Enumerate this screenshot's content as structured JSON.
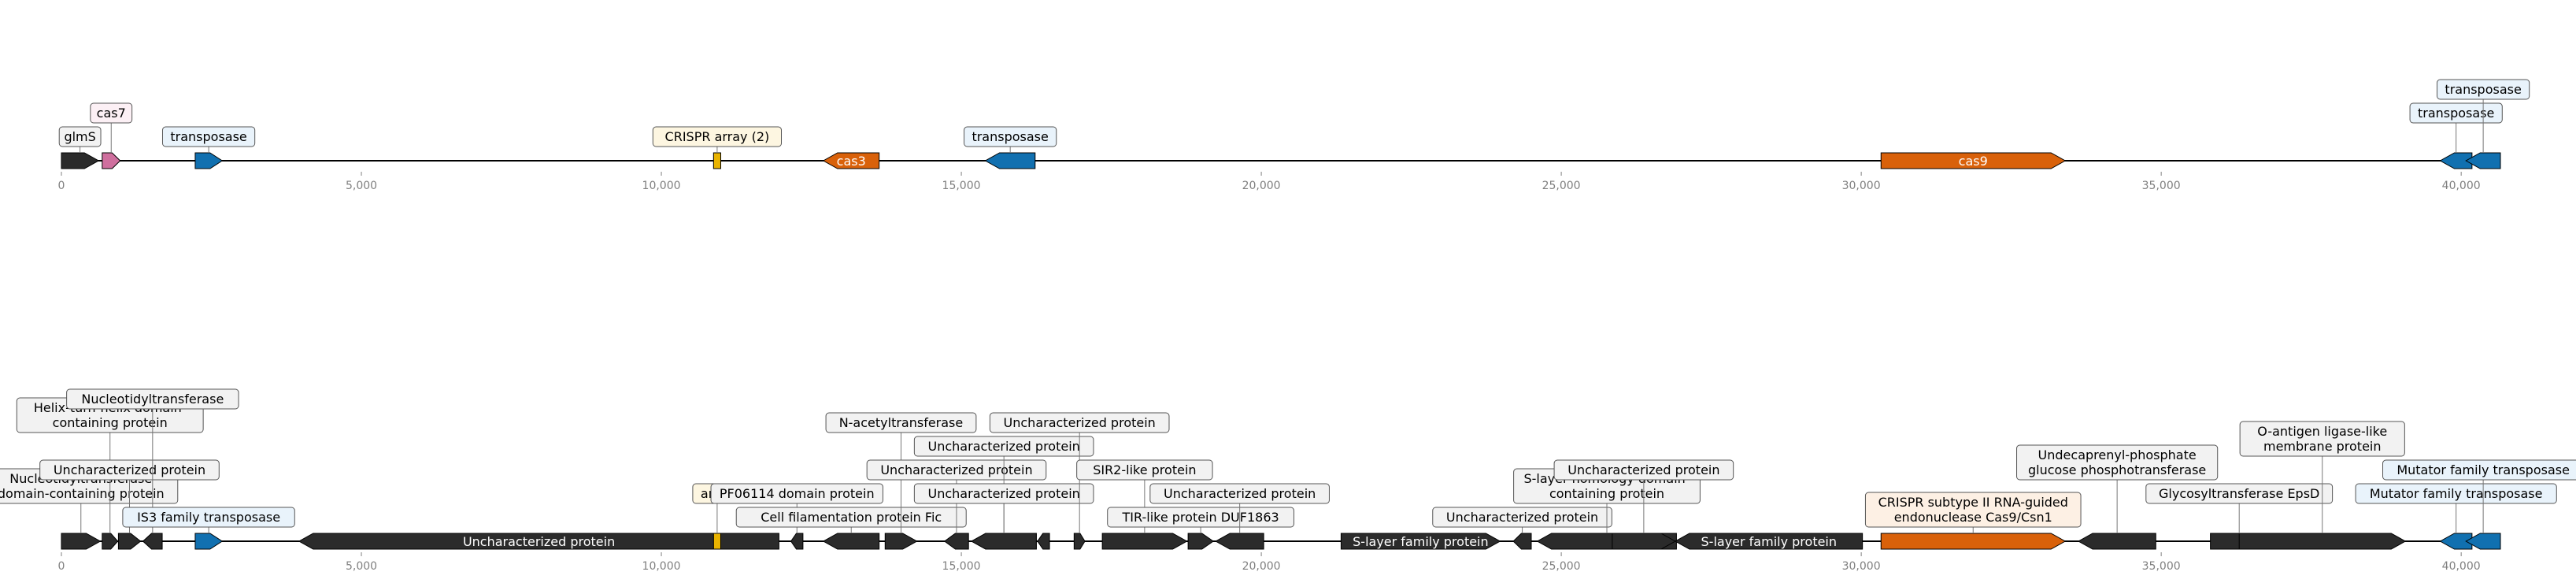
{
  "colors": {
    "axis_tick_text": "#808080",
    "backbone": "#000000",
    "dark_gene": "#2b2b2b",
    "transposase_blue": "#1170b0",
    "cas_orange": "#d9610a",
    "cas7_pink": "#cf6f9e",
    "crispr_gold": "#e9b300",
    "label_gray_bg": "#f2f2f2",
    "label_blue_bg": "#e9f3fb",
    "label_pink_bg": "#fcf0f5",
    "label_orange_bg": "#fdf0e4",
    "label_gold_bg": "#fdf6e1"
  },
  "axis": {
    "min": 0,
    "max": 40654,
    "ticks": [
      0,
      5000,
      10000,
      15000,
      20000,
      25000,
      30000,
      35000,
      40000
    ],
    "tick_labels": [
      "0",
      "5,000",
      "10,000",
      "15,000",
      "20,000",
      "25,000",
      "30,000",
      "35,000",
      "40,000"
    ]
  },
  "tracks": [
    {
      "id": "top",
      "features": [
        {
          "start": 0,
          "end": 620,
          "strand": 1,
          "color": "dark_gene",
          "label": "glmS",
          "label_style": "gray",
          "label_level": 1
        },
        {
          "start": 680,
          "end": 980,
          "strand": 1,
          "color": "cas7_pink",
          "label": "cas7",
          "label_style": "pink",
          "label_level": 2
        },
        {
          "start": 2230,
          "end": 2680,
          "strand": 1,
          "color": "transposase_blue",
          "label": "transposase",
          "label_style": "blue",
          "label_level": 1
        },
        {
          "start": 10870,
          "end": 10990,
          "strand": 0,
          "color": "crispr_gold",
          "label": "CRISPR array (2)",
          "label_style": "gold",
          "label_level": 1
        },
        {
          "start": 12700,
          "end": 13630,
          "strand": -1,
          "color": "cas_orange",
          "label": "cas3",
          "label_style": "inside"
        },
        {
          "start": 15400,
          "end": 16230,
          "strand": -1,
          "color": "transposase_blue",
          "label": "transposase",
          "label_style": "blue",
          "label_level": 1
        },
        {
          "start": 30330,
          "end": 33400,
          "strand": 1,
          "color": "cas_orange",
          "label": "cas9",
          "label_style": "inside"
        },
        {
          "start": 39650,
          "end": 40180,
          "strand": -1,
          "color": "transposase_blue",
          "label": "transposase",
          "label_style": "blue",
          "label_level": 2
        },
        {
          "start": 40080,
          "end": 40654,
          "strand": -1,
          "color": "transposase_blue",
          "label": "transposase",
          "label_style": "blue",
          "label_level": 3
        }
      ]
    },
    {
      "id": "bottom",
      "features": [
        {
          "start": 0,
          "end": 650,
          "strand": 1,
          "color": "dark_gene",
          "label": "Nucleotidyltransferase\ndomain-containing protein",
          "label_style": "gray",
          "label_level": 2
        },
        {
          "start": 680,
          "end": 940,
          "strand": 1,
          "color": "dark_gene",
          "label": "Helix-turn-helix domain-\ncontaining protein",
          "label_style": "gray",
          "label_level": 5
        },
        {
          "start": 950,
          "end": 1320,
          "strand": 1,
          "color": "dark_gene",
          "label": "Uncharacterized protein",
          "label_style": "gray",
          "label_level": 3
        },
        {
          "start": 1360,
          "end": 1680,
          "strand": -1,
          "color": "dark_gene",
          "label": "Nucleotidyltransferase",
          "label_style": "gray",
          "label_level": 6
        },
        {
          "start": 1360,
          "end": 1680,
          "strand": -1,
          "color": "dark_gene",
          "label": "",
          "label_style": "none"
        },
        {
          "start": 2230,
          "end": 2680,
          "strand": 1,
          "color": "transposase_blue",
          "label": "IS3 family transposase",
          "label_style": "blue",
          "label_level": 1
        },
        {
          "start": 3960,
          "end": 11960,
          "strand": -1,
          "color": "dark_gene",
          "label": "Uncharacterized protein",
          "label_style": "inside"
        },
        {
          "start": 10870,
          "end": 10990,
          "strand": 0,
          "color": "crispr_gold",
          "label": "array",
          "label_style": "gold",
          "label_level": 2
        },
        {
          "start": 12160,
          "end": 12360,
          "strand": -1,
          "color": "dark_gene",
          "label": "PF06114 domain protein",
          "label_style": "gray",
          "label_level": 2
        },
        {
          "start": 12700,
          "end": 13630,
          "strand": -1,
          "color": "dark_gene",
          "label": "Cell filamentation protein Fic",
          "label_style": "gray",
          "label_level": 1
        },
        {
          "start": 13730,
          "end": 14260,
          "strand": 1,
          "color": "dark_gene",
          "label": "N-acetyltransferase",
          "label_style": "gray",
          "label_level": 5
        },
        {
          "start": 14720,
          "end": 15120,
          "strand": -1,
          "color": "dark_gene",
          "label": "Uncharacterized protein",
          "label_style": "gray",
          "label_level": 3
        },
        {
          "start": 15170,
          "end": 16250,
          "strand": -1,
          "color": "dark_gene",
          "label": "Uncharacterized protein",
          "label_style": "gray",
          "label_level": 4
        },
        {
          "start": 15170,
          "end": 16250,
          "strand": -1,
          "color": "dark_gene",
          "label": "Uncharacterized protein",
          "label_style": "gray",
          "label_level": 2
        },
        {
          "start": 16270,
          "end": 16470,
          "strand": -1,
          "color": "dark_gene",
          "label": "",
          "label_style": "none"
        },
        {
          "start": 16880,
          "end": 17060,
          "strand": 1,
          "color": "dark_gene",
          "label": "Uncharacterized protein",
          "label_style": "gray",
          "label_level": 5
        },
        {
          "start": 17350,
          "end": 18760,
          "strand": 1,
          "color": "dark_gene",
          "label": "SIR2-like protein",
          "label_style": "gray",
          "label_level": 3
        },
        {
          "start": 18780,
          "end": 19200,
          "strand": 1,
          "color": "dark_gene",
          "label": "TIR-like protein DUF1863",
          "label_style": "gray",
          "label_level": 1
        },
        {
          "start": 19240,
          "end": 20040,
          "strand": -1,
          "color": "dark_gene",
          "label": "Uncharacterized protein",
          "label_style": "gray",
          "label_level": 2
        },
        {
          "start": 21330,
          "end": 23980,
          "strand": 1,
          "color": "dark_gene",
          "label": "S-layer family protein",
          "label_style": "inside"
        },
        {
          "start": 24200,
          "end": 24500,
          "strand": -1,
          "color": "dark_gene",
          "label": "Uncharacterized protein",
          "label_style": "gray",
          "label_level": 1
        },
        {
          "start": 24600,
          "end": 26920,
          "strand": -1,
          "color": "dark_gene",
          "label": "S-layer homology domain-\ncontaining protein",
          "label_style": "gray",
          "label_level": 2
        },
        {
          "start": 25850,
          "end": 26900,
          "strand": 1,
          "color": "dark_gene",
          "label": "Uncharacterized protein",
          "label_style": "gray",
          "label_level": 3,
          "row_offset": -1
        },
        {
          "start": 26900,
          "end": 30020,
          "strand": -1,
          "color": "dark_gene",
          "label": "S-layer family protein",
          "label_style": "inside"
        },
        {
          "start": 30330,
          "end": 33400,
          "strand": 1,
          "color": "cas_orange",
          "label": "CRISPR subtype II RNA-guided\nendonuclease Cas9/Csn1",
          "label_style": "orange",
          "label_level": 1
        },
        {
          "start": 33620,
          "end": 34910,
          "strand": -1,
          "color": "dark_gene",
          "label": "Undecaprenyl-phosphate\nglucose phosphotransferase",
          "label_style": "gray",
          "label_level": 3
        },
        {
          "start": 35820,
          "end": 36780,
          "strand": 1,
          "color": "dark_gene",
          "label": "Glycosyltransferase EpsD",
          "label_style": "gray",
          "label_level": 2,
          "row_offset": -1
        },
        {
          "start": 36300,
          "end": 39070,
          "strand": 1,
          "color": "dark_gene",
          "label": "O-antigen ligase-like\nmembrane protein",
          "label_style": "gray",
          "label_level": 4
        },
        {
          "start": 39650,
          "end": 40180,
          "strand": -1,
          "color": "transposase_blue",
          "label": "Mutator family transposase",
          "label_style": "blue",
          "label_level": 2
        },
        {
          "start": 40080,
          "end": 40654,
          "strand": -1,
          "color": "transposase_blue",
          "label": "Mutator family transposase",
          "label_style": "blue",
          "label_level": 3
        }
      ]
    }
  ]
}
